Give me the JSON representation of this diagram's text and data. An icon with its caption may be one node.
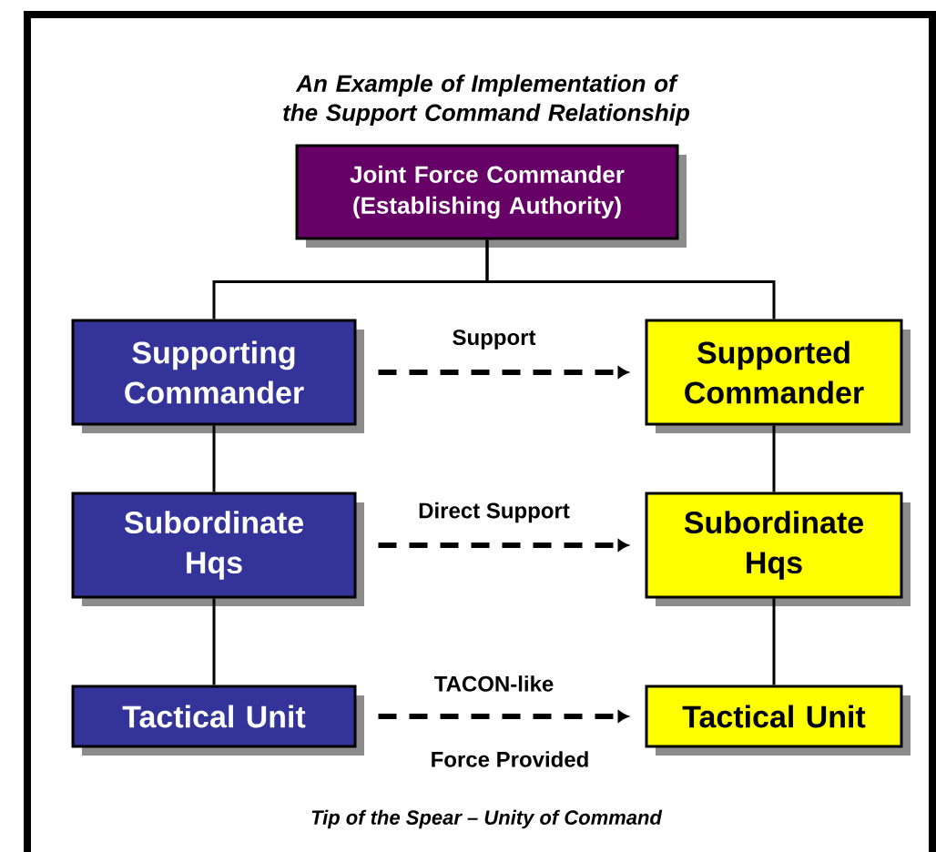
{
  "diagram": {
    "title": "An Example of Implementation of the Support Command Relationship",
    "caption": "Tip of the Spear – Unity of Command",
    "nodes": [
      {
        "text": [
          "Joint Force Commander (Establishing Authority)"
        ]
      },
      {
        "text": [
          "Supporting Commander"
        ]
      },
      {
        "text": [
          "Supported Commander"
        ]
      },
      {
        "text": [
          "Subordinate Hqs"
        ]
      },
      {
        "text": [
          "Subordinate Hqs"
        ]
      },
      {
        "text": [
          "Tactical Unit"
        ]
      },
      {
        "text": [
          "Tactical Unit"
        ]
      }
    ],
    "edges": [
      {
        "from": 0,
        "to": 1,
        "arrow": "none"
      },
      {
        "from": 0,
        "to": 2,
        "arrow": "none"
      },
      {
        "from": 1,
        "to": 2,
        "arrow": "to",
        "label": "Support",
        "style": "dashed"
      },
      {
        "from": 1,
        "to": 3,
        "arrow": "none"
      },
      {
        "from": 2,
        "to": 4,
        "arrow": "none"
      },
      {
        "from": 3,
        "to": 4,
        "arrow": "to",
        "label": "Direct Support",
        "style": "dashed"
      },
      {
        "from": 3,
        "to": 5,
        "arrow": "none"
      },
      {
        "from": 4,
        "to": 6,
        "arrow": "none"
      },
      {
        "from": 5,
        "to": 6,
        "arrow": "to",
        "label": "TACON-like",
        "style": "dashed"
      }
    ],
    "labels": [
      "Force Provided"
    ]
  }
}
